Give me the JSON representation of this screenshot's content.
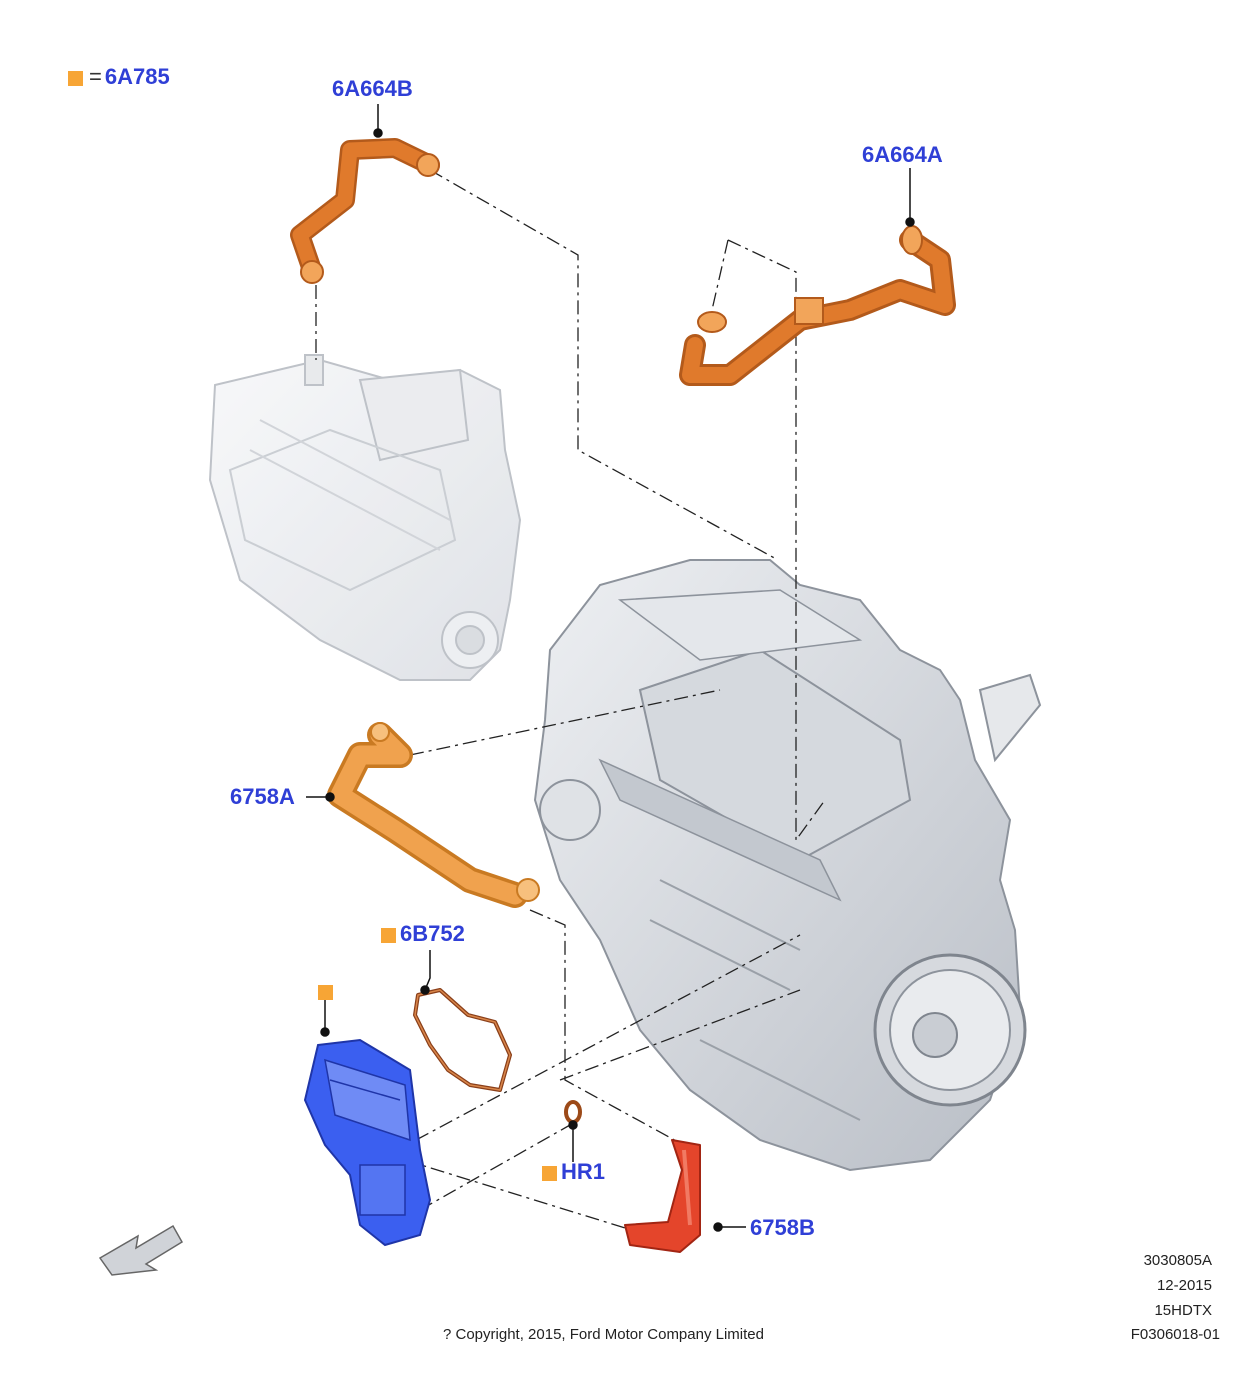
{
  "legend": {
    "symbol_color": "#f7a535",
    "equals": "=",
    "code": "6A785"
  },
  "callouts": {
    "p6A664B": "6A664B",
    "p6A664A": "6A664A",
    "p6758A": "6758A",
    "p6B752": "6B752",
    "pHR1": "HR1",
    "p6758B": "6758B"
  },
  "footer": {
    "ref1": "3030805A",
    "ref2": "12-2015",
    "ref3": "15HDTX",
    "copyright": "? Copyright, 2015, Ford Motor Company Limited",
    "ref4": "F0306018-01"
  },
  "colors": {
    "hose_orange": "#e07a2c",
    "hose_light": "#f2a55a",
    "pipe_red": "#e4452b",
    "separator_blue": "#3b5ff0",
    "label_blue": "#2f3fd6",
    "engine_gray": "#c9cdd3"
  }
}
